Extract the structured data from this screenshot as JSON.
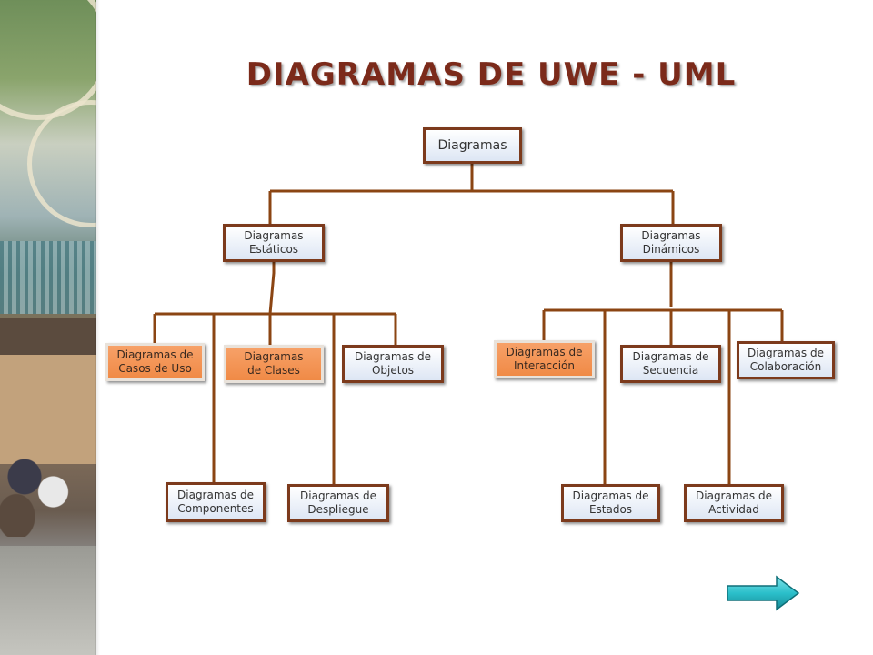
{
  "title": "DIAGRAMAS DE UWE - UML",
  "colors": {
    "title": "#7b2a1a",
    "connector": "#8b4513",
    "node_border": "#7c3a1c",
    "node_fill_top": "#ffffff",
    "node_fill_bottom": "#dde6f4",
    "highlight_fill": "#f08a46",
    "arrow": "#2bbfca"
  },
  "tree": {
    "root": "Diagramas",
    "estaticos": {
      "label": "Diagramas Estáticos",
      "children": {
        "casos_uso": "Diagramas de Casos de Uso",
        "clases": "Diagramas de Clases",
        "objetos": "Diagramas de Objetos",
        "componentes": "Diagramas de Componentes",
        "despliegue": "Diagramas de Despliegue"
      }
    },
    "dinamicos": {
      "label": "Diagramas Dinámicos",
      "children": {
        "interaccion": "Diagramas de Interacción",
        "secuencia": "Diagramas de Secuencia",
        "colaboracion": "Diagramas de Colaboración",
        "estados": "Diagramas de Estados",
        "actividad": "Diagramas de Actividad"
      }
    }
  },
  "nav": {
    "next_icon": "right-arrow-icon"
  }
}
